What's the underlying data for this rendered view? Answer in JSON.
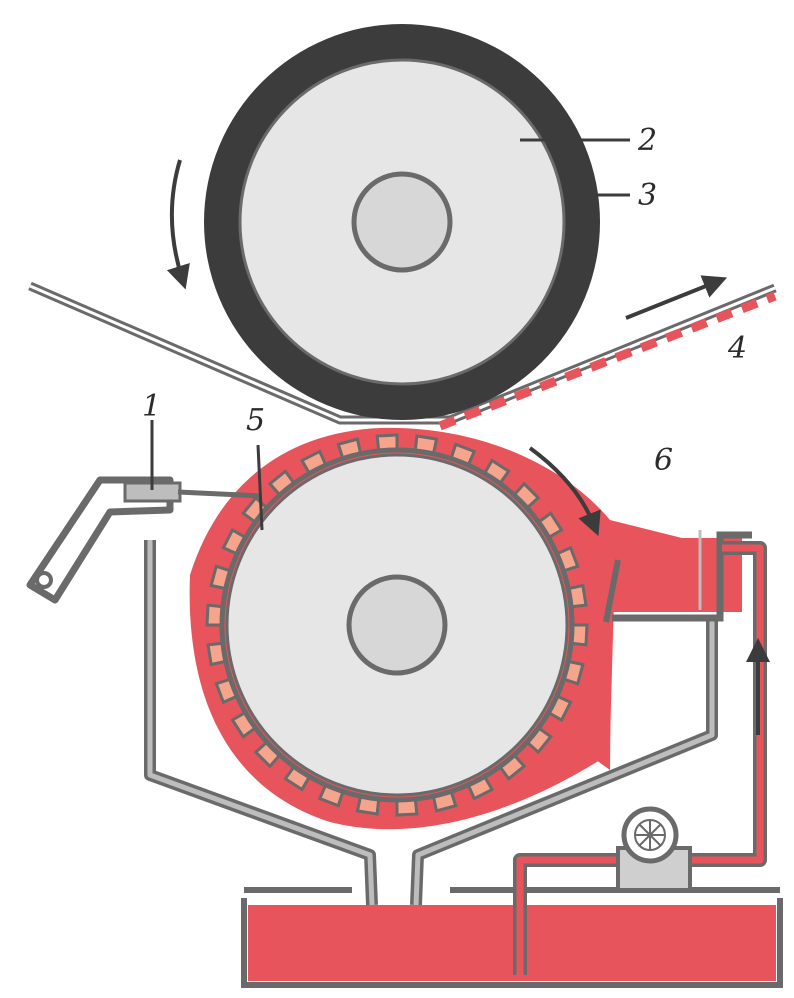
{
  "colors": {
    "ink": "#6a6a6a",
    "drum_fill": "#e6e6e6",
    "dark_ring": "#3c3c3c",
    "ink_red": "#e8545b",
    "ink_light": "#f6a58c",
    "metal": "#bdbdbd",
    "background": "#ffffff"
  },
  "labels": {
    "l1": "1",
    "l2": "2",
    "l3": "3",
    "l4": "4",
    "l5": "5",
    "l6": "6"
  },
  "icons": {
    "motor": "motor-fan-icon",
    "arrows": [
      "rotation-arrow-icon",
      "feed-arrow-icon",
      "rotation-arrow-icon",
      "flow-arrow-icon"
    ]
  }
}
